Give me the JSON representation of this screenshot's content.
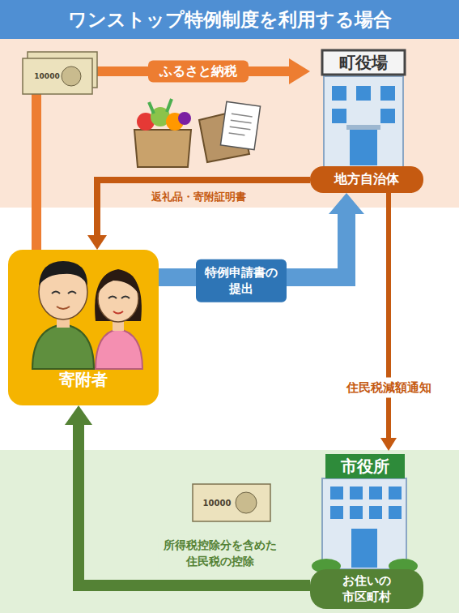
{
  "diagram": {
    "title": "ワンストップ特例制度を利用する場合",
    "nodes": [
      {
        "text": [
          "寄附者"
        ]
      },
      {
        "text": [
          "地方自治体"
        ]
      },
      {
        "text": [
          "お住いの 市区町村"
        ]
      }
    ],
    "edges": [
      {
        "from": 0,
        "to": 1,
        "label": "ふるさと納税",
        "arrow": "to"
      },
      {
        "from": 1,
        "to": 0,
        "label": "返礼品・寄附証明書",
        "arrow": "to"
      },
      {
        "from": 0,
        "to": 1,
        "label": "特例申請書の 提出",
        "arrow": "to"
      },
      {
        "from": 1,
        "to": 2,
        "label": "住民税減額通知",
        "arrow": "to"
      },
      {
        "from": 2,
        "to": 0,
        "label": "所得税控除分を含めた 住民税の控除",
        "arrow": "to"
      }
    ],
    "labels": [
      "町役場",
      "10000",
      "市役所",
      "10000"
    ]
  }
}
